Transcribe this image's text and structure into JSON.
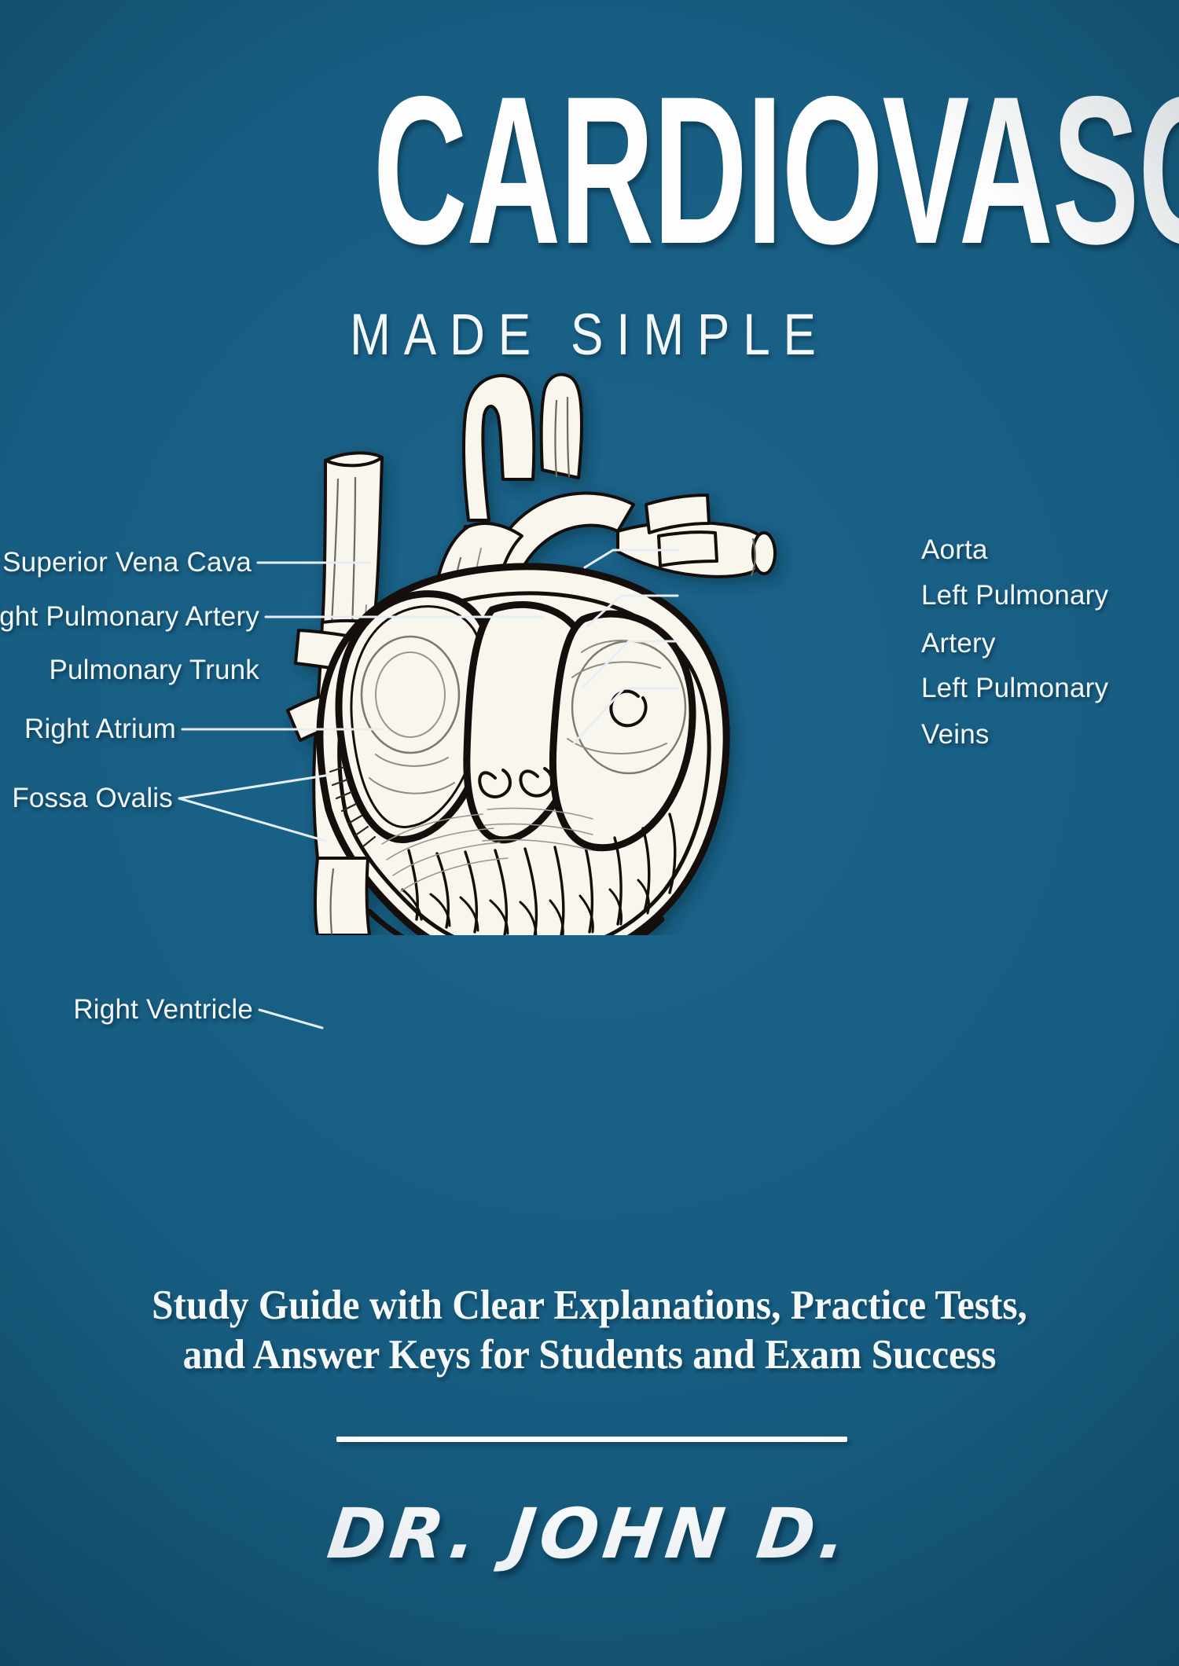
{
  "cover": {
    "background_color": "#16597d",
    "ink_color": "#f7f5ec",
    "title": "CARDIOVASCULAR",
    "subtitle": "MADE SIMPLE",
    "blurb_line1": "Study Guide with Clear Explanations, Practice Tests,",
    "blurb_line2": "and Answer Keys for Students and Exam Success",
    "author": "DR. JOHN D."
  },
  "diagram": {
    "name": "anatomical-heart-cutaway",
    "labels_left": [
      {
        "text": "Superior Vena Cava"
      },
      {
        "text": "Right Pulmonary Artery"
      },
      {
        "text": "Pulmonary Trunk"
      },
      {
        "text": "Right Atrium"
      },
      {
        "text": "Fossa Ovalis"
      },
      {
        "text": "Right Ventricle"
      }
    ],
    "labels_right": [
      {
        "line1": "Aorta",
        "line2": ""
      },
      {
        "line1": "Left Pulmonary",
        "line2": "Artery"
      },
      {
        "line1": "Left Pulmonary",
        "line2": "Veins"
      }
    ]
  }
}
